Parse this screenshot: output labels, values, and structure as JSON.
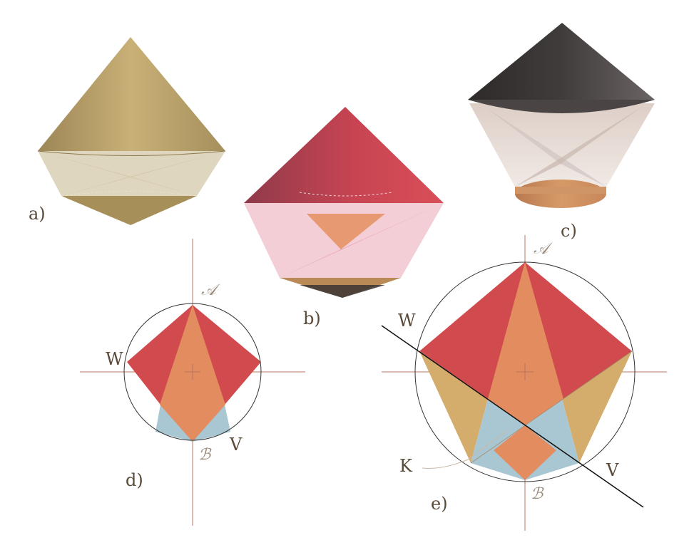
{
  "labels": {
    "a": "a)",
    "b": "b)",
    "c": "c)",
    "d": "d)",
    "e": "e)"
  },
  "points": {
    "A": "𝒜",
    "B": "ℬ",
    "W": "W",
    "V": "V",
    "K": "K"
  },
  "colors": {
    "gold": "#b39c62",
    "red": "#cf4348",
    "salmon": "#e38760",
    "lightblue": "#a9c7d3",
    "tan": "#d4ad6c",
    "dark": "#3c3938",
    "axis": "#b77560",
    "pink": "#e8a3b0",
    "copper": "#c98e63"
  }
}
